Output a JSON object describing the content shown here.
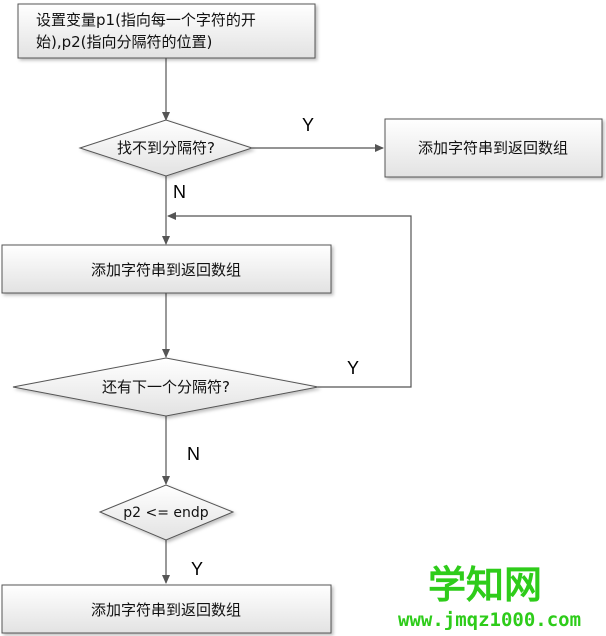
{
  "nodes": {
    "init_line1": "设置变量p1(指向每一个字符的开",
    "init_line2": "始),p2(指向分隔符的位置)",
    "decision_no_separator": "找不到分隔符?",
    "add_string_right": "添加字符串到返回数组",
    "add_string_loop": "添加字符串到返回数组",
    "decision_next_separator": "还有下一个分隔符?",
    "decision_p2_endp": "p2 <= endp",
    "add_string_final": "添加字符串到返回数组"
  },
  "edge_labels": {
    "no_separator_yes": "Y",
    "no_separator_no": "N",
    "next_separator_yes": "Y",
    "next_separator_no": "N",
    "p2_endp_yes": "Y"
  },
  "watermark": {
    "name": "学知网",
    "url": "www.jmqz1000.com"
  },
  "colors": {
    "box_fill_top": "#ffffff",
    "box_fill_bottom": "#e4e4e4",
    "stroke": "#555555",
    "watermark": "#2ecc1a"
  }
}
